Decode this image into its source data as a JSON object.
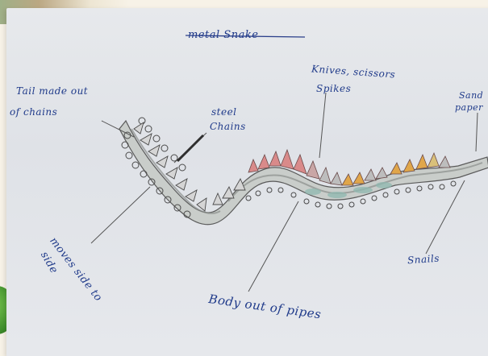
{
  "drawing": {
    "title": "metal Snake",
    "labels": {
      "tail_line1": "Tail made out",
      "tail_line2": "of chains",
      "steel_line1": "steel",
      "steel_line2": "Chains",
      "knives_line1": "Knives, scissors",
      "knives_line2": "Spikes",
      "sand_line1": "Sand",
      "sand_line2": "paper",
      "nails": "Snails",
      "moves_line1": "moves side to",
      "moves_line2": "side",
      "body": "Body out of pipes"
    }
  },
  "colors": {
    "ink": "#1f3a8a",
    "pencil": "#555555",
    "paper": "#e4e6ea",
    "spike_red": "#d98a8a",
    "spike_orange": "#e0a64a",
    "scale_teal": "#8fb8b0"
  }
}
